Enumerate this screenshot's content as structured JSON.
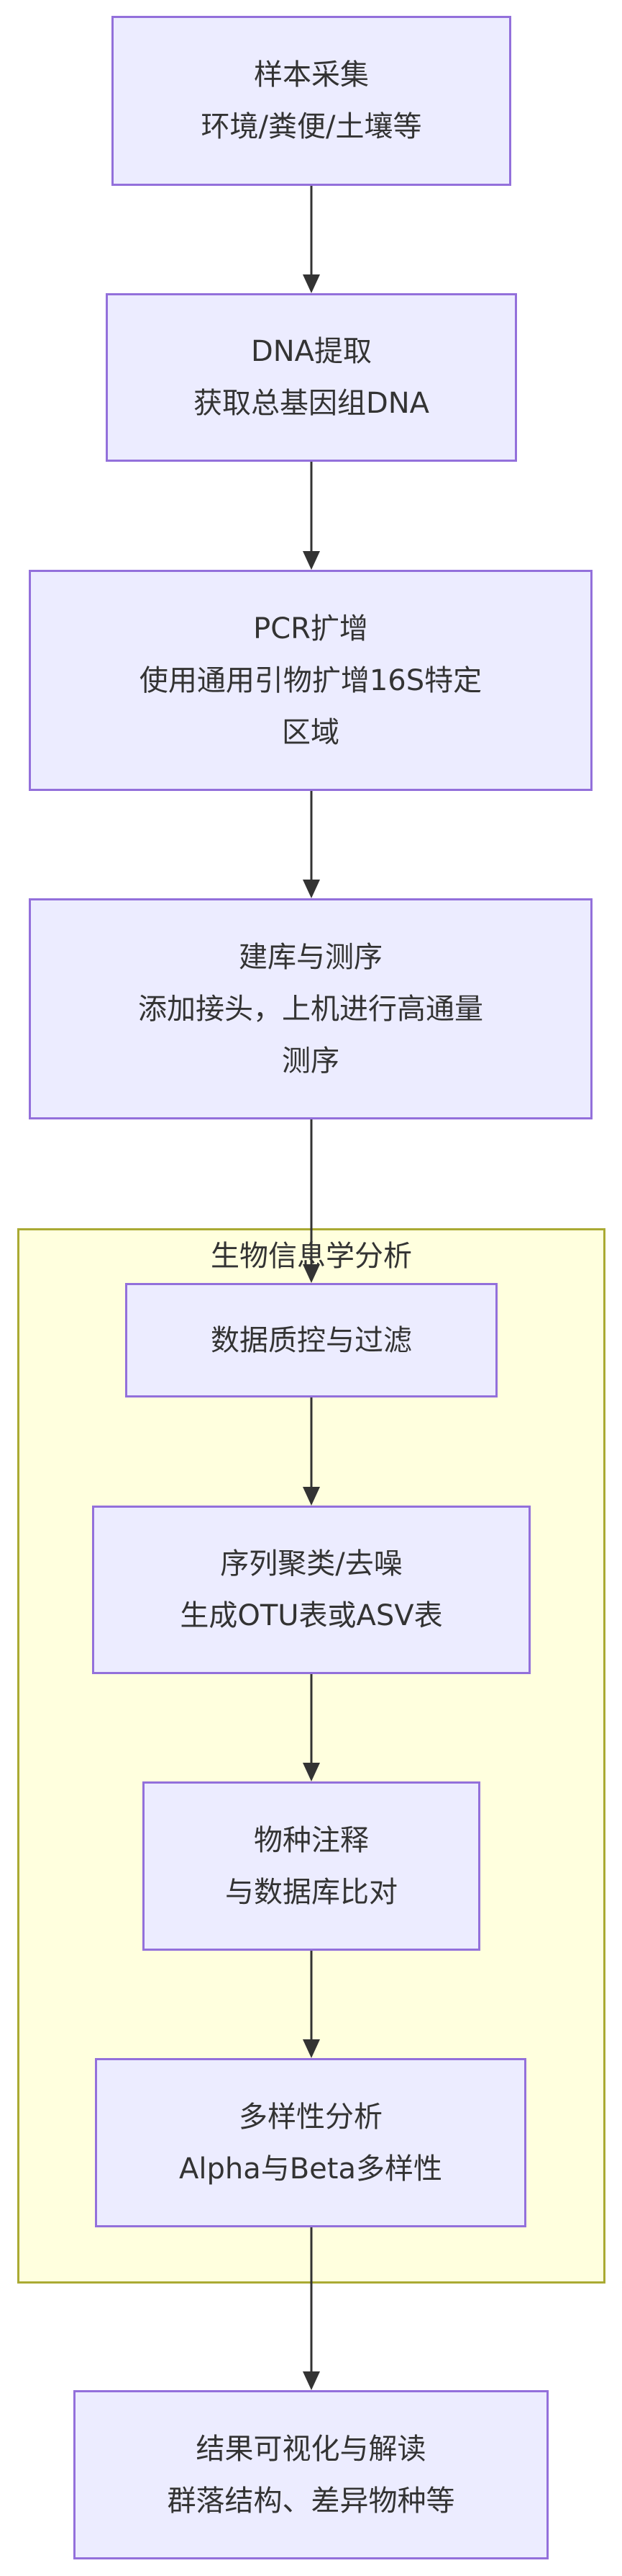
{
  "diagram": {
    "nodes": [
      {
        "id": "sample-collection",
        "lines": [
          "样本采集",
          "环境/粪便/土壤等"
        ]
      },
      {
        "id": "dna-extraction",
        "lines": [
          "DNA提取",
          "获取总基因组DNA"
        ]
      },
      {
        "id": "pcr-amplification",
        "lines": [
          "PCR扩增",
          "使用通用引物扩增16S特定",
          "区域"
        ]
      },
      {
        "id": "library-sequencing",
        "lines": [
          "建库与测序",
          "添加接头，上机进行高通量",
          "测序"
        ]
      },
      {
        "id": "quality-filter",
        "lines": [
          "数据质控与过滤"
        ]
      },
      {
        "id": "clustering-denoise",
        "lines": [
          "序列聚类/去噪",
          "生成OTU表或ASV表"
        ]
      },
      {
        "id": "species-annotation",
        "lines": [
          "物种注释",
          "与数据库比对"
        ]
      },
      {
        "id": "diversity-analysis",
        "lines": [
          "多样性分析",
          "Alpha与Beta多样性"
        ]
      },
      {
        "id": "visualization",
        "lines": [
          "结果可视化与解读",
          "群落结构、差异物种等"
        ]
      }
    ],
    "cluster": {
      "title": "生物信息学分析",
      "members": [
        "quality-filter",
        "clustering-denoise",
        "species-annotation",
        "diversity-analysis"
      ]
    },
    "edges": [
      {
        "from": "sample-collection",
        "to": "dna-extraction"
      },
      {
        "from": "dna-extraction",
        "to": "pcr-amplification"
      },
      {
        "from": "pcr-amplification",
        "to": "library-sequencing"
      },
      {
        "from": "library-sequencing",
        "to": "quality-filter"
      },
      {
        "from": "quality-filter",
        "to": "clustering-denoise"
      },
      {
        "from": "clustering-denoise",
        "to": "species-annotation"
      },
      {
        "from": "species-annotation",
        "to": "diversity-analysis"
      },
      {
        "from": "diversity-analysis",
        "to": "visualization"
      }
    ]
  }
}
